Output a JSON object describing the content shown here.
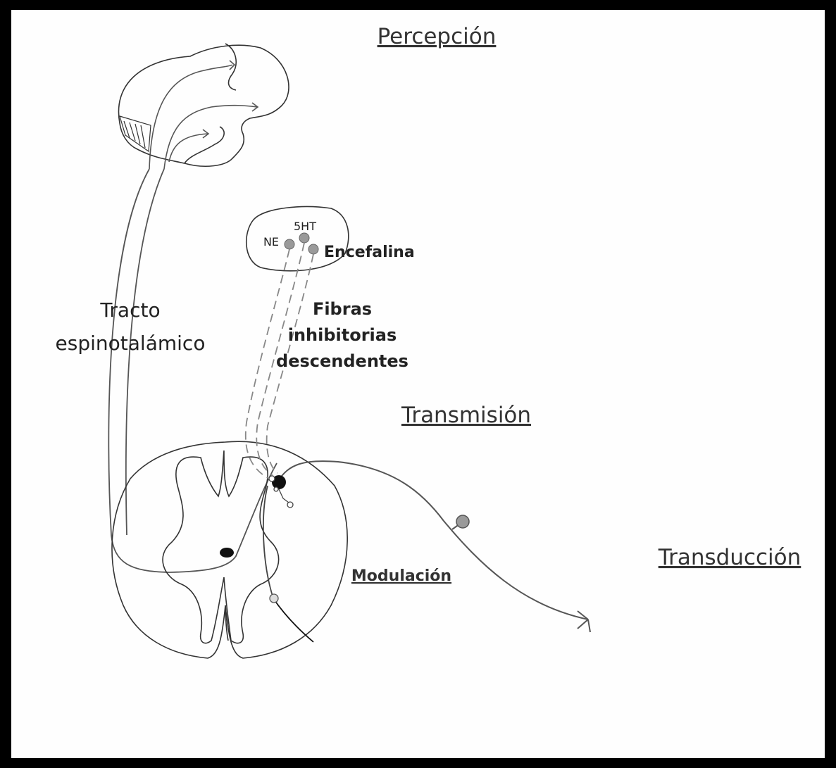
{
  "headings": {
    "percepcion": "Percepción",
    "transmision": "Transmisión",
    "transduccion": "Transducción",
    "modulacion": "Modulación"
  },
  "labels": {
    "tracto_line1": "Tracto",
    "tracto_line2": "espinotalámico",
    "ne": "NE",
    "serotonin": "5HT",
    "encefalina": "Encefalina",
    "fibras_line1": "Fibras",
    "fibras_line2": "inhibitorias",
    "fibras_line3": "descendentes"
  },
  "colors": {
    "background": "#fefefe",
    "border": "#000000",
    "line": "#333333",
    "pathway": "#666666",
    "neuron_fill": "#9a9a9a"
  }
}
